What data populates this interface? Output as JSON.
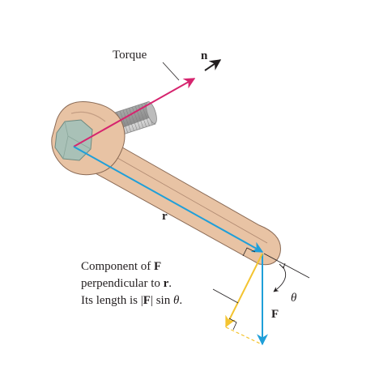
{
  "labels": {
    "torque": "Torque",
    "normal_vector": "n",
    "position_vector": "r",
    "angle": "θ",
    "force": "F",
    "component_line1_prefix": "Component of ",
    "component_line1_symbol": "F",
    "component_line2_prefix": "perpendicular to ",
    "component_line2_symbol": "r",
    "component_line2_suffix": ".",
    "component_line3_prefix": "Its length is |",
    "component_line3_symbol": "F",
    "component_line3_mid": "| sin ",
    "component_line3_angle": "θ",
    "component_line3_suffix": "."
  },
  "colors": {
    "torque_vector": "#d6246e",
    "position_vector": "#1f9fd9",
    "force_vector": "#1f9fd9",
    "perpendicular_component": "#f4c430",
    "wrench": "#e8c3a4",
    "wrench_outline": "#8a6a55",
    "bolt": "#a9c1b7",
    "thread": "#b9b9b9",
    "text": "#231f20"
  }
}
